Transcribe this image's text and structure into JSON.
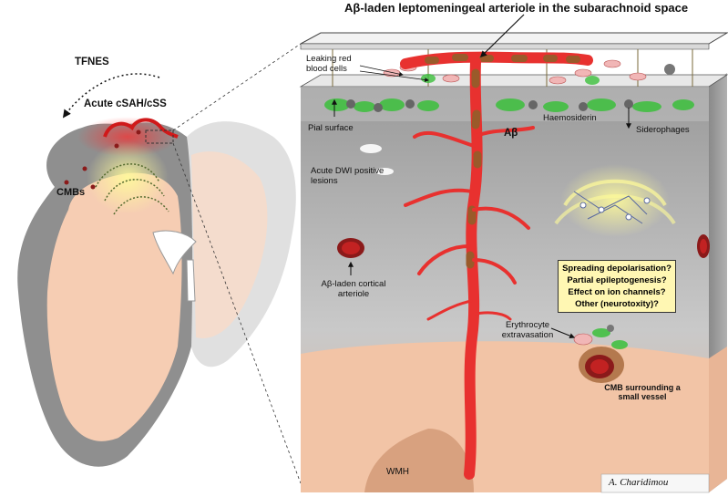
{
  "title": "Aβ-laden leptomeningeal arteriole in the subarachnoid space",
  "labels": {
    "tfnes": "TFNES",
    "acute_csah": "Acute cSAH/cSS",
    "cmbs": "CMBs",
    "leaking_rbc": "Leaking red blood cells",
    "pial_surface": "Pial surface",
    "haemosiderin": "Haemosiderin",
    "siderophages": "Siderophages",
    "abeta": "Aβ",
    "acute_dwi": "Acute DWI positive lesions",
    "cortical_arteriole": "Aβ-laden cortical arteriole",
    "erythrocyte_extravasation": "Erythrocyte extravasation",
    "cmb_small_vessel": "CMB surrounding a small vessel",
    "wmh": "WMH",
    "signature": "A. Charidimou"
  },
  "questions": [
    "Spreading depolarisation?",
    "Partial epileptogenesis?",
    "Effect on ion channels?",
    "Other (neurotoxity)?"
  ],
  "colors": {
    "vessel_red": "#e8312f",
    "amyloid_brown": "#9a5a2a",
    "haemosiderin_green": "#3bbf3b",
    "grey_matter": "#8c8c8c",
    "white_matter": "#f4c7a9",
    "question_box": "#fff7b3"
  }
}
